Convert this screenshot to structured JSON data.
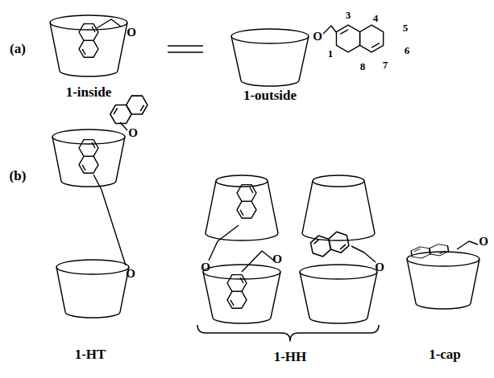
{
  "diagram": {
    "labels": [
      "(a)",
      "O",
      "O",
      "3",
      "4",
      "5",
      "1",
      "8",
      "6",
      "7",
      "1-inside",
      "1-outside",
      "(b)",
      "O",
      "O",
      "O",
      "O",
      "O",
      "O",
      "1-HT",
      "1-HH",
      "1-cap"
    ]
  }
}
